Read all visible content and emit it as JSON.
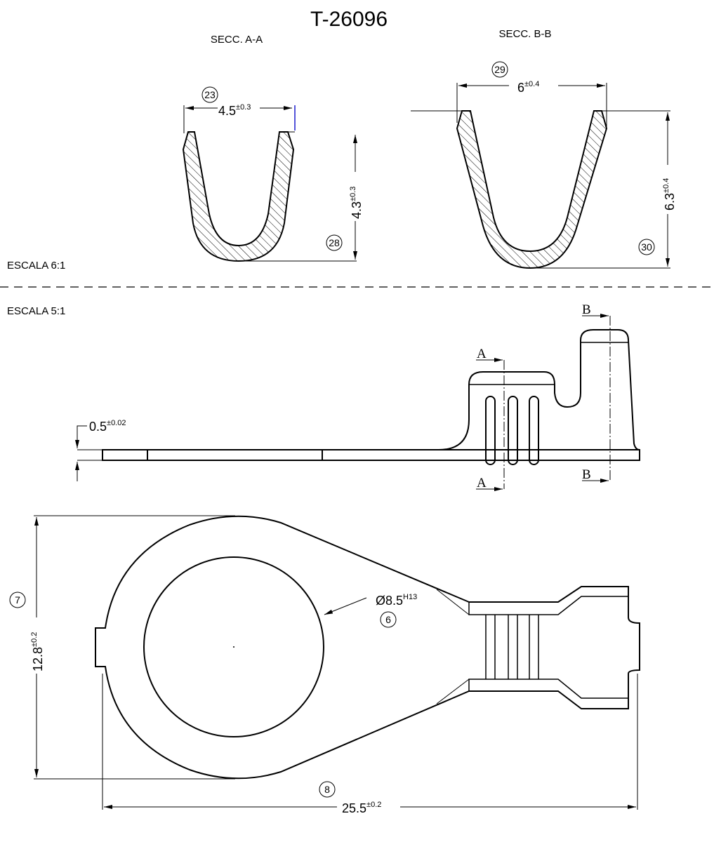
{
  "title": "T-26096",
  "section_aa": {
    "label": "SECC. A-A",
    "width_value": "4.5",
    "width_tol": "±0.3",
    "width_ref": "23",
    "height_value": "4.3",
    "height_tol": "±0.3",
    "height_ref": "28"
  },
  "section_bb": {
    "label": "SECC. B-B",
    "width_value": "6",
    "width_tol": "±0.4",
    "width_ref": "29",
    "height_value": "6.3",
    "height_tol": "±0.4",
    "height_ref": "30"
  },
  "scale_top": "ESCALA 6:1",
  "scale_bottom": "ESCALA 5:1",
  "side_view": {
    "thickness_value": "0.5",
    "thickness_tol": "±0.02",
    "cut_a": "A",
    "cut_b": "B"
  },
  "top_view": {
    "hole_value": "Ø8.5",
    "hole_tol": "H13",
    "hole_ref": "6",
    "height_value": "12.8",
    "height_tol": "±0.2",
    "height_ref": "7",
    "length_value": "25.5",
    "length_tol": "±0.2",
    "length_ref": "8"
  }
}
